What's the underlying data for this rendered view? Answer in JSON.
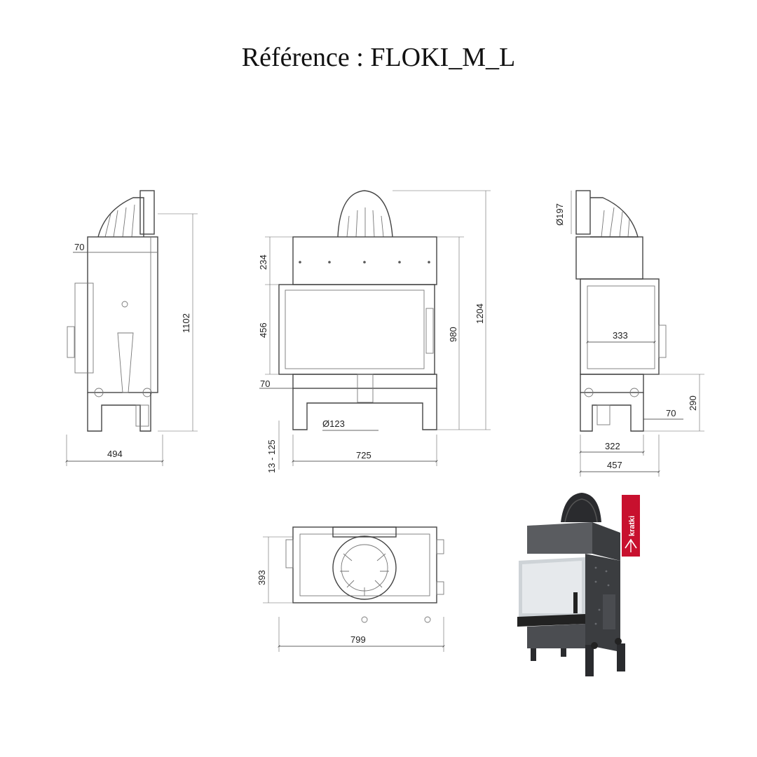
{
  "title": "Référence : FLOKI_M_L",
  "views": {
    "left_side": {
      "depth": "494",
      "flue_offset": "70",
      "height": "1102"
    },
    "front": {
      "top_height": "234",
      "door_height": "456",
      "bottom_offset": "70",
      "adjust": "13 - 125",
      "width": "725",
      "flue_diameter": "Ø123",
      "opening_height": "980",
      "total_height": "1204"
    },
    "right_side": {
      "flue_diameter": "Ø197",
      "glass_width": "333",
      "inlet_height": "290",
      "inlet_offset": "70",
      "base_width": "322",
      "depth": "457"
    },
    "top": {
      "depth": "393",
      "width": "799"
    }
  },
  "brand": "kratki",
  "colors": {
    "brand_red": "#c8102e",
    "body_dark": "#3b3d40"
  }
}
